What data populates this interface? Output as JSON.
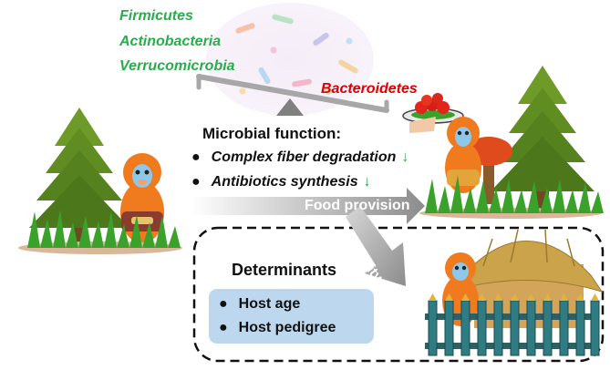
{
  "enriched_phyla": [
    "Firmicutes",
    "Actinobacteria",
    "Verrucomicrobia"
  ],
  "depleted_phylum": "Bacteroidetes",
  "function_title": "Microbial function:",
  "functions": [
    {
      "label": "Complex fiber degradation",
      "trend": "↓"
    },
    {
      "label": "Antibiotics synthesis",
      "trend": "↓"
    }
  ],
  "food_provision_label": "Food provision",
  "captivity_label": "Captivity",
  "determinants_title": "Determinants",
  "determinants": [
    "Host age",
    "Host pedigree"
  ],
  "colors": {
    "enriched": "#27ae4a",
    "depleted": "#e00000",
    "arrow": "#8c8c8c",
    "determinants_box": "#bcd7ee",
    "monkey": "#f07a1e",
    "tree": "#5a8a1e"
  }
}
